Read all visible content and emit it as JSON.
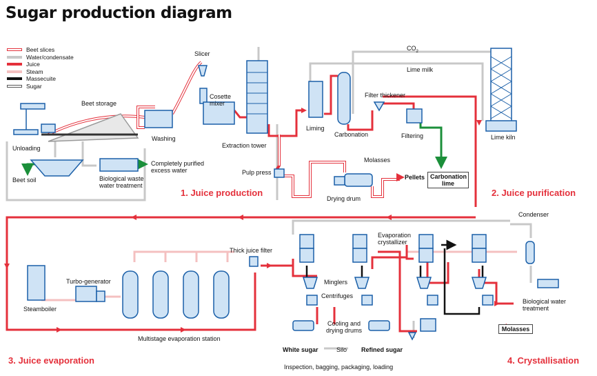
{
  "title": "Sugar production diagram",
  "legend": [
    {
      "label": "Beet slices",
      "color": "#e4303b",
      "style": "hollow"
    },
    {
      "label": "Water/condensate",
      "color": "#c8c8c8",
      "style": "solid"
    },
    {
      "label": "Juice",
      "color": "#e4303b",
      "style": "solid"
    },
    {
      "label": "Steam",
      "color": "#f4c0c0",
      "style": "solid"
    },
    {
      "label": "Massecuite",
      "color": "#111111",
      "style": "solid"
    },
    {
      "label": "Sugar",
      "color": "#555555",
      "style": "hollow"
    }
  ],
  "colors": {
    "juice": "#e4303b",
    "water": "#c8c8c8",
    "steam": "#f4c0c0",
    "equipment_fill": "#cfe3f5",
    "equipment_stroke": "#1a5fa8",
    "waste": "#1b8f3a"
  },
  "sections": {
    "s1": "1. Juice production",
    "s2": "2. Juice purification",
    "s3": "3. Juice evaporation",
    "s4": "4. Crystallisation"
  },
  "labels": {
    "beet_storage": "Beet storage",
    "unloading": "Unloading",
    "washing": "Washing",
    "slicer": "Slicer",
    "cosette_mixer": "Cosette mixer",
    "extraction_tower": "Extraction tower",
    "beet_soil": "Beet soil",
    "bio_waste": "Biological waste water treatment",
    "purified_water": "Completely purified excess water",
    "pulp_press": "Pulp press",
    "molasses_in": "Molasses",
    "drying_drum": "Drying drum",
    "pellets": "Pellets",
    "carbonation_lime": "Carbonation lime",
    "liming": "Liming",
    "carbonation": "Carbonation",
    "filter_thickener": "Filter thickener",
    "filtering": "Filtering",
    "co2": "CO",
    "co2_sub": "2",
    "lime_milk": "Lime milk",
    "lime_kiln": "Lime kiln",
    "steamboiler": "Steamboiler",
    "turbo_generator": "Turbo-generator",
    "multistage": "Multistage evaporation station",
    "thick_juice_filter": "Thick juice filter",
    "evap_crystallizer": "Evaporation crystallizer",
    "minglers": "Minglers",
    "centrifuges": "Centrifuges",
    "cooling_drying": "Cooling and drying drums",
    "white_sugar": "White sugar",
    "silo": "Silo",
    "refined_sugar": "Refined sugar",
    "inspection": "Inspection, bagging, packaging, loading",
    "condenser": "Condenser",
    "bio_water": "Biological water treatment",
    "molasses_out": "Molasses"
  }
}
